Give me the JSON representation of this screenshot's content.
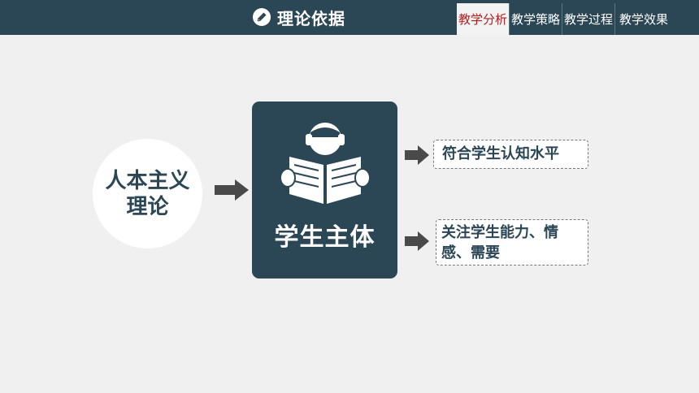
{
  "header": {
    "title": "理论依据",
    "icon": "pencil-icon",
    "tabs": [
      {
        "label": "教学分析",
        "active": true
      },
      {
        "label": "教学策略",
        "active": false
      },
      {
        "label": "教学过程",
        "active": false
      },
      {
        "label": "教学效果",
        "active": false
      }
    ]
  },
  "diagram": {
    "theory_line1": "人本主义",
    "theory_line2": "理论",
    "center_title": "学生主体",
    "center_icon": "reading-student-icon",
    "point1": "符合学生认知水平",
    "point2": "关注学生能力、情感、需要"
  },
  "colors": {
    "primary": "#2b4655",
    "active_tab_text": "#b01e1e",
    "background": "#f0f0f0",
    "arrow": "#4a4a4a"
  }
}
